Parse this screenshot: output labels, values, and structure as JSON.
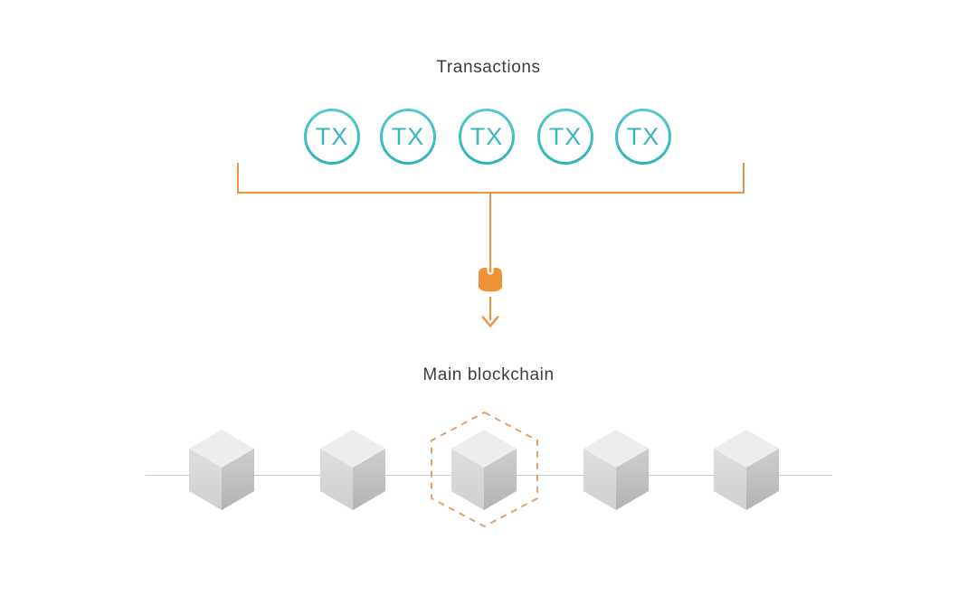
{
  "header": {
    "title": "Transactions"
  },
  "transactions": {
    "items": [
      {
        "label": "TX"
      },
      {
        "label": "TX"
      },
      {
        "label": "TX"
      },
      {
        "label": "TX"
      },
      {
        "label": "TX"
      }
    ]
  },
  "blockchain": {
    "title": "Main blockchain",
    "blocks": [
      {
        "name": "block-1",
        "highlighted": false
      },
      {
        "name": "block-2",
        "highlighted": false
      },
      {
        "name": "block-3",
        "highlighted": true
      },
      {
        "name": "block-4",
        "highlighted": false
      },
      {
        "name": "block-5",
        "highlighted": false
      }
    ]
  },
  "colors": {
    "accent_orange": "#ED9444",
    "accent_orange_fill": "#EF9236",
    "highlight_dash": "#DFA26B",
    "teal": "#3AB6BC",
    "teal_gradient_top": "#58C9CC",
    "teal_gradient_bottom": "#2BB2B8",
    "text": "#3D3D3D",
    "cube_top": "#EDEDED",
    "cube_left": "#DBDBDB",
    "cube_right": "#C2C2C2",
    "timeline": "#CBCBCB"
  }
}
